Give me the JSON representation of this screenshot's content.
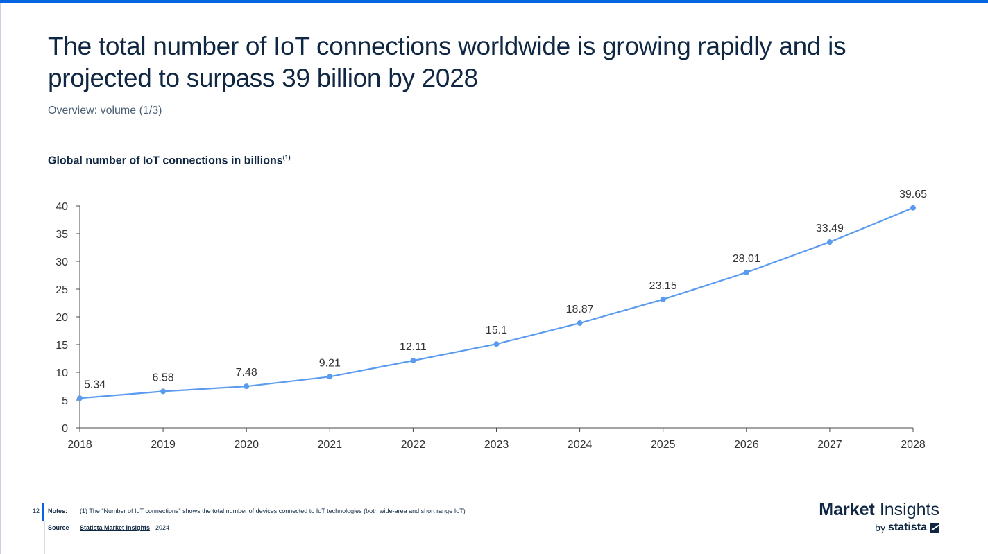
{
  "header": {
    "title": "The total number of IoT connections worldwide is growing rapidly and is projected to surpass 39 billion by 2028",
    "subtitle": "Overview: volume (1/3)"
  },
  "chart_heading": {
    "text": "Global number of IoT connections in billions",
    "footnote_marker": "(1)"
  },
  "chart_data": {
    "type": "line",
    "x": [
      "2018",
      "2019",
      "2020",
      "2021",
      "2022",
      "2023",
      "2024",
      "2025",
      "2026",
      "2027",
      "2028"
    ],
    "series": [
      {
        "values": [
          5.34,
          6.58,
          7.48,
          9.21,
          12.11,
          15.1,
          18.87,
          23.15,
          28.01,
          33.49,
          39.65
        ]
      }
    ],
    "data_labels": [
      "5.34",
      "6.58",
      "7.48",
      "9.21",
      "12.11",
      "15.1",
      "18.87",
      "23.15",
      "28.01",
      "33.49",
      "39.65"
    ],
    "ylim": [
      0,
      40
    ],
    "yticks": [
      0,
      5,
      10,
      15,
      20,
      25,
      30,
      35,
      40
    ],
    "grid": false,
    "line_color": "#5b9bef"
  },
  "footer": {
    "page_number": "12",
    "notes_label": "Notes:",
    "notes_text": "(1) The \"Number of IoT connections\"  shows the total number of devices connected to IoT technologies (both wide-area and short range IoT)",
    "source_label": "Source",
    "source_link": "Statista Market Insights",
    "source_year": "2024"
  },
  "brand": {
    "name_bold": "Market",
    "name_light": "Insights",
    "by": "by",
    "company": "statista",
    "icon": "statista-logo-icon"
  },
  "colors": {
    "accent": "#0666e1",
    "text": "#0f2742",
    "line": "#5b9bef"
  }
}
